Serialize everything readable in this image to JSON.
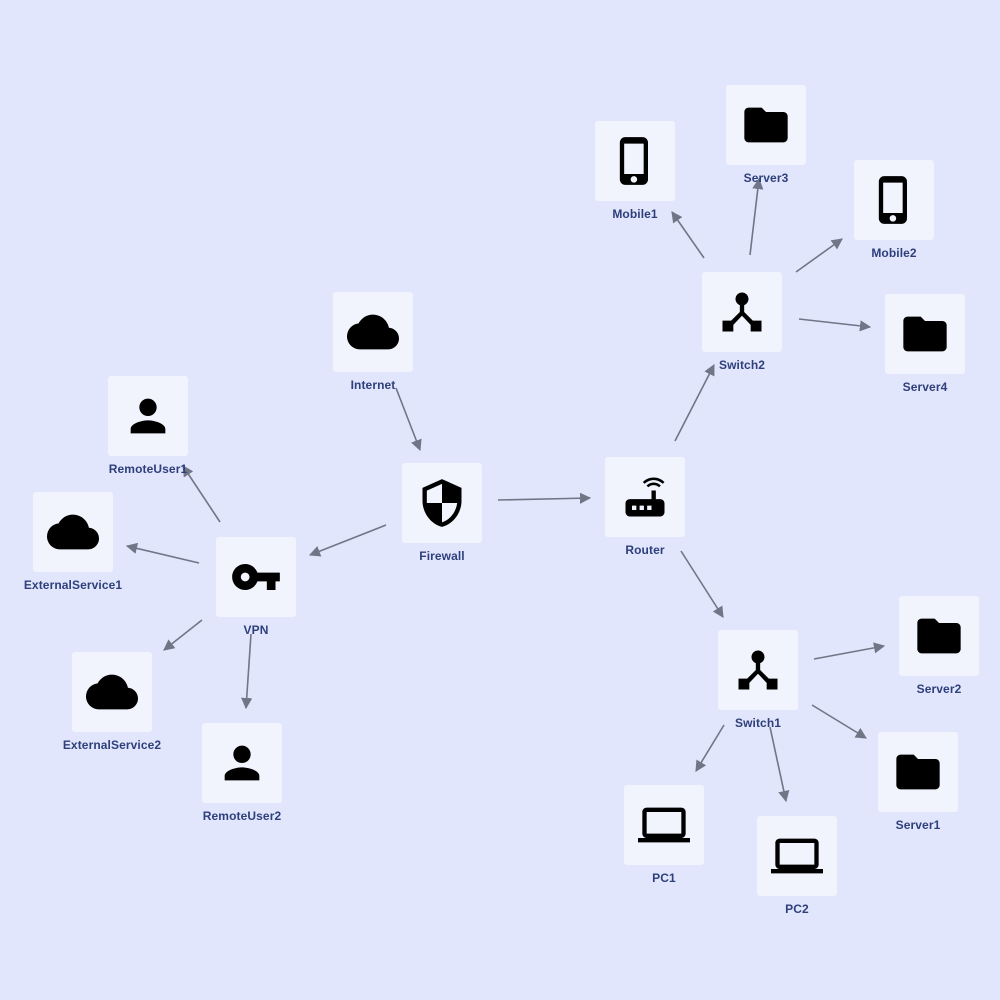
{
  "diagram": {
    "nodes": {
      "internet": {
        "label": "Internet",
        "icon": "cloud-icon"
      },
      "firewall": {
        "label": "Firewall",
        "icon": "shield-icon"
      },
      "router": {
        "label": "Router",
        "icon": "router-icon"
      },
      "vpn": {
        "label": "VPN",
        "icon": "key-icon"
      },
      "remoteuser1": {
        "label": "RemoteUser1",
        "icon": "person-icon"
      },
      "externalservice1": {
        "label": "ExternalService1",
        "icon": "cloud-icon"
      },
      "externalservice2": {
        "label": "ExternalService2",
        "icon": "cloud-icon"
      },
      "remoteuser2": {
        "label": "RemoteUser2",
        "icon": "person-icon"
      },
      "switch2": {
        "label": "Switch2",
        "icon": "switch-icon"
      },
      "mobile1": {
        "label": "Mobile1",
        "icon": "smartphone-icon"
      },
      "server3": {
        "label": "Server3",
        "icon": "folder-icon"
      },
      "mobile2": {
        "label": "Mobile2",
        "icon": "smartphone-icon"
      },
      "server4": {
        "label": "Server4",
        "icon": "folder-icon"
      },
      "switch1": {
        "label": "Switch1",
        "icon": "switch-icon"
      },
      "server2": {
        "label": "Server2",
        "icon": "folder-icon"
      },
      "server1": {
        "label": "Server1",
        "icon": "folder-icon"
      },
      "pc1": {
        "label": "PC1",
        "icon": "laptop-icon"
      },
      "pc2": {
        "label": "PC2",
        "icon": "laptop-icon"
      }
    },
    "edges": [
      {
        "from": "internet",
        "to": "firewall"
      },
      {
        "from": "firewall",
        "to": "router"
      },
      {
        "from": "firewall",
        "to": "vpn"
      },
      {
        "from": "vpn",
        "to": "remoteuser1"
      },
      {
        "from": "vpn",
        "to": "externalservice1"
      },
      {
        "from": "vpn",
        "to": "externalservice2"
      },
      {
        "from": "vpn",
        "to": "remoteuser2"
      },
      {
        "from": "router",
        "to": "switch2"
      },
      {
        "from": "router",
        "to": "switch1"
      },
      {
        "from": "switch2",
        "to": "mobile1"
      },
      {
        "from": "switch2",
        "to": "server3"
      },
      {
        "from": "switch2",
        "to": "mobile2"
      },
      {
        "from": "switch2",
        "to": "server4"
      },
      {
        "from": "switch1",
        "to": "server2"
      },
      {
        "from": "switch1",
        "to": "server1"
      },
      {
        "from": "switch1",
        "to": "pc1"
      },
      {
        "from": "switch1",
        "to": "pc2"
      }
    ],
    "colors": {
      "background": "#e1e6fc",
      "node_fill": "#f1f3fd",
      "label": "#2e3f7b",
      "edge": "#6f7686",
      "icon": "#000000"
    }
  }
}
